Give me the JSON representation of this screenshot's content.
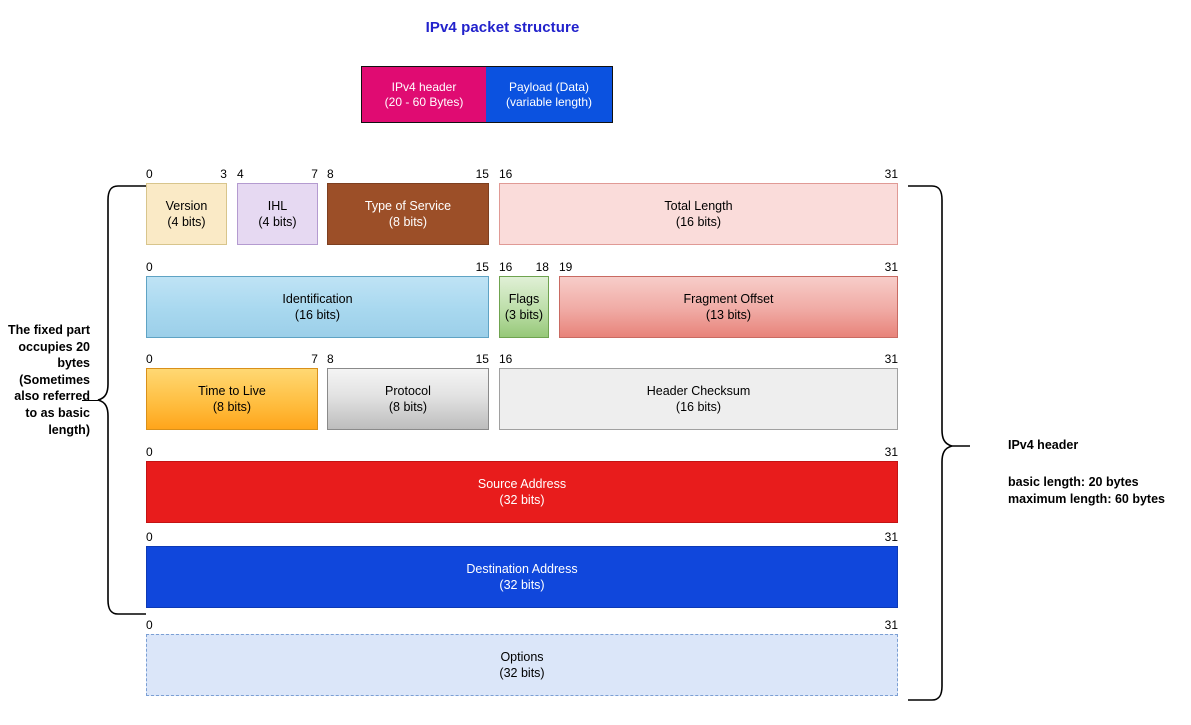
{
  "title": "IPv4 packet structure",
  "packet_bar": {
    "segments": [
      {
        "name": "ipv4-header",
        "line1": "IPv4 header",
        "line2": "(20 - 60 Bytes)",
        "color": "#e00b72"
      },
      {
        "name": "payload",
        "line1": "Payload (Data)",
        "line2": "(variable length)",
        "color": "#0b52e0"
      }
    ]
  },
  "header_rows": [
    {
      "ticks": [
        {
          "label": "0",
          "pos": 0,
          "align": "l"
        },
        {
          "label": "3",
          "pos": 10.77,
          "align": "r"
        },
        {
          "label": "4",
          "pos": 12.1,
          "align": "l"
        },
        {
          "label": "7",
          "pos": 22.87,
          "align": "r"
        },
        {
          "label": "8",
          "pos": 24.07,
          "align": "l"
        },
        {
          "label": "15",
          "pos": 45.61,
          "align": "r"
        },
        {
          "label": "16",
          "pos": 46.94,
          "align": "l"
        },
        {
          "label": "31",
          "pos": 100,
          "align": "r"
        }
      ],
      "fields": [
        {
          "name": "version",
          "label": "Version",
          "bits": "(4 bits)",
          "style": "f-version",
          "left": 0,
          "width": 10.77
        },
        {
          "name": "ihl",
          "label": "IHL",
          "bits": "(4 bits)",
          "style": "f-ihl",
          "left": 12.1,
          "width": 10.77
        },
        {
          "name": "type-of-service",
          "label": "Type of Service",
          "bits": "(8 bits)",
          "style": "f-tos",
          "left": 24.07,
          "width": 21.54
        },
        {
          "name": "total-length",
          "label": "Total Length",
          "bits": "(16 bits)",
          "style": "f-totlen",
          "left": 46.94,
          "width": 53.06
        }
      ]
    },
    {
      "ticks": [
        {
          "label": "0",
          "pos": 0,
          "align": "l"
        },
        {
          "label": "15",
          "pos": 45.61,
          "align": "r"
        },
        {
          "label": "16",
          "pos": 46.94,
          "align": "l"
        },
        {
          "label": "18",
          "pos": 53.59,
          "align": "r"
        },
        {
          "label": "19",
          "pos": 54.92,
          "align": "l"
        },
        {
          "label": "31",
          "pos": 100,
          "align": "r"
        }
      ],
      "fields": [
        {
          "name": "identification",
          "label": "Identification",
          "bits": "(16 bits)",
          "style": "f-ident",
          "left": 0,
          "width": 45.61
        },
        {
          "name": "flags",
          "label": "Flags",
          "bits": "(3 bits)",
          "style": "f-flags",
          "left": 46.94,
          "width": 6.65
        },
        {
          "name": "fragment-offset",
          "label": "Fragment Offset",
          "bits": "(13 bits)",
          "style": "f-fragoff",
          "left": 54.92,
          "width": 45.08
        }
      ]
    },
    {
      "ticks": [
        {
          "label": "0",
          "pos": 0,
          "align": "l"
        },
        {
          "label": "7",
          "pos": 22.87,
          "align": "r"
        },
        {
          "label": "8",
          "pos": 24.07,
          "align": "l"
        },
        {
          "label": "15",
          "pos": 45.61,
          "align": "r"
        },
        {
          "label": "16",
          "pos": 46.94,
          "align": "l"
        },
        {
          "label": "31",
          "pos": 100,
          "align": "r"
        }
      ],
      "fields": [
        {
          "name": "time-to-live",
          "label": "Time to Live",
          "bits": "(8 bits)",
          "style": "f-ttl",
          "left": 0,
          "width": 22.87
        },
        {
          "name": "protocol",
          "label": "Protocol",
          "bits": "(8 bits)",
          "style": "f-proto",
          "left": 24.07,
          "width": 21.54
        },
        {
          "name": "header-checksum",
          "label": "Header Checksum",
          "bits": "(16 bits)",
          "style": "f-checksum",
          "left": 46.94,
          "width": 53.06
        }
      ]
    },
    {
      "ticks": [
        {
          "label": "0",
          "pos": 0,
          "align": "l"
        },
        {
          "label": "31",
          "pos": 100,
          "align": "r"
        }
      ],
      "fields": [
        {
          "name": "source-address",
          "label": "Source Address",
          "bits": "(32 bits)",
          "style": "f-src",
          "left": 0,
          "width": 100
        }
      ]
    },
    {
      "ticks": [
        {
          "label": "0",
          "pos": 0,
          "align": "l"
        },
        {
          "label": "31",
          "pos": 100,
          "align": "r"
        }
      ],
      "fields": [
        {
          "name": "destination-address",
          "label": "Destination Address",
          "bits": "(32 bits)",
          "style": "f-dst",
          "left": 0,
          "width": 100
        }
      ]
    },
    {
      "ticks": [
        {
          "label": "0",
          "pos": 0,
          "align": "l"
        },
        {
          "label": "31",
          "pos": 100,
          "align": "r"
        }
      ],
      "fields": [
        {
          "name": "options",
          "label": "Options",
          "bits": "(32 bits)",
          "style": "f-options",
          "left": 0,
          "width": 100
        }
      ]
    }
  ],
  "left_note": "The fixed part occupies 20 bytes (Sometimes also referred to as basic length)",
  "right_note": {
    "title": "IPv4 header",
    "body": "basic length: 20 bytes\nmaximum length: 60 bytes"
  },
  "colors": {
    "title": "#2222cc",
    "header_segment": "#e00b72",
    "payload_segment": "#0b52e0",
    "source_address": "#e81c1c",
    "destination_address": "#1047dc"
  }
}
